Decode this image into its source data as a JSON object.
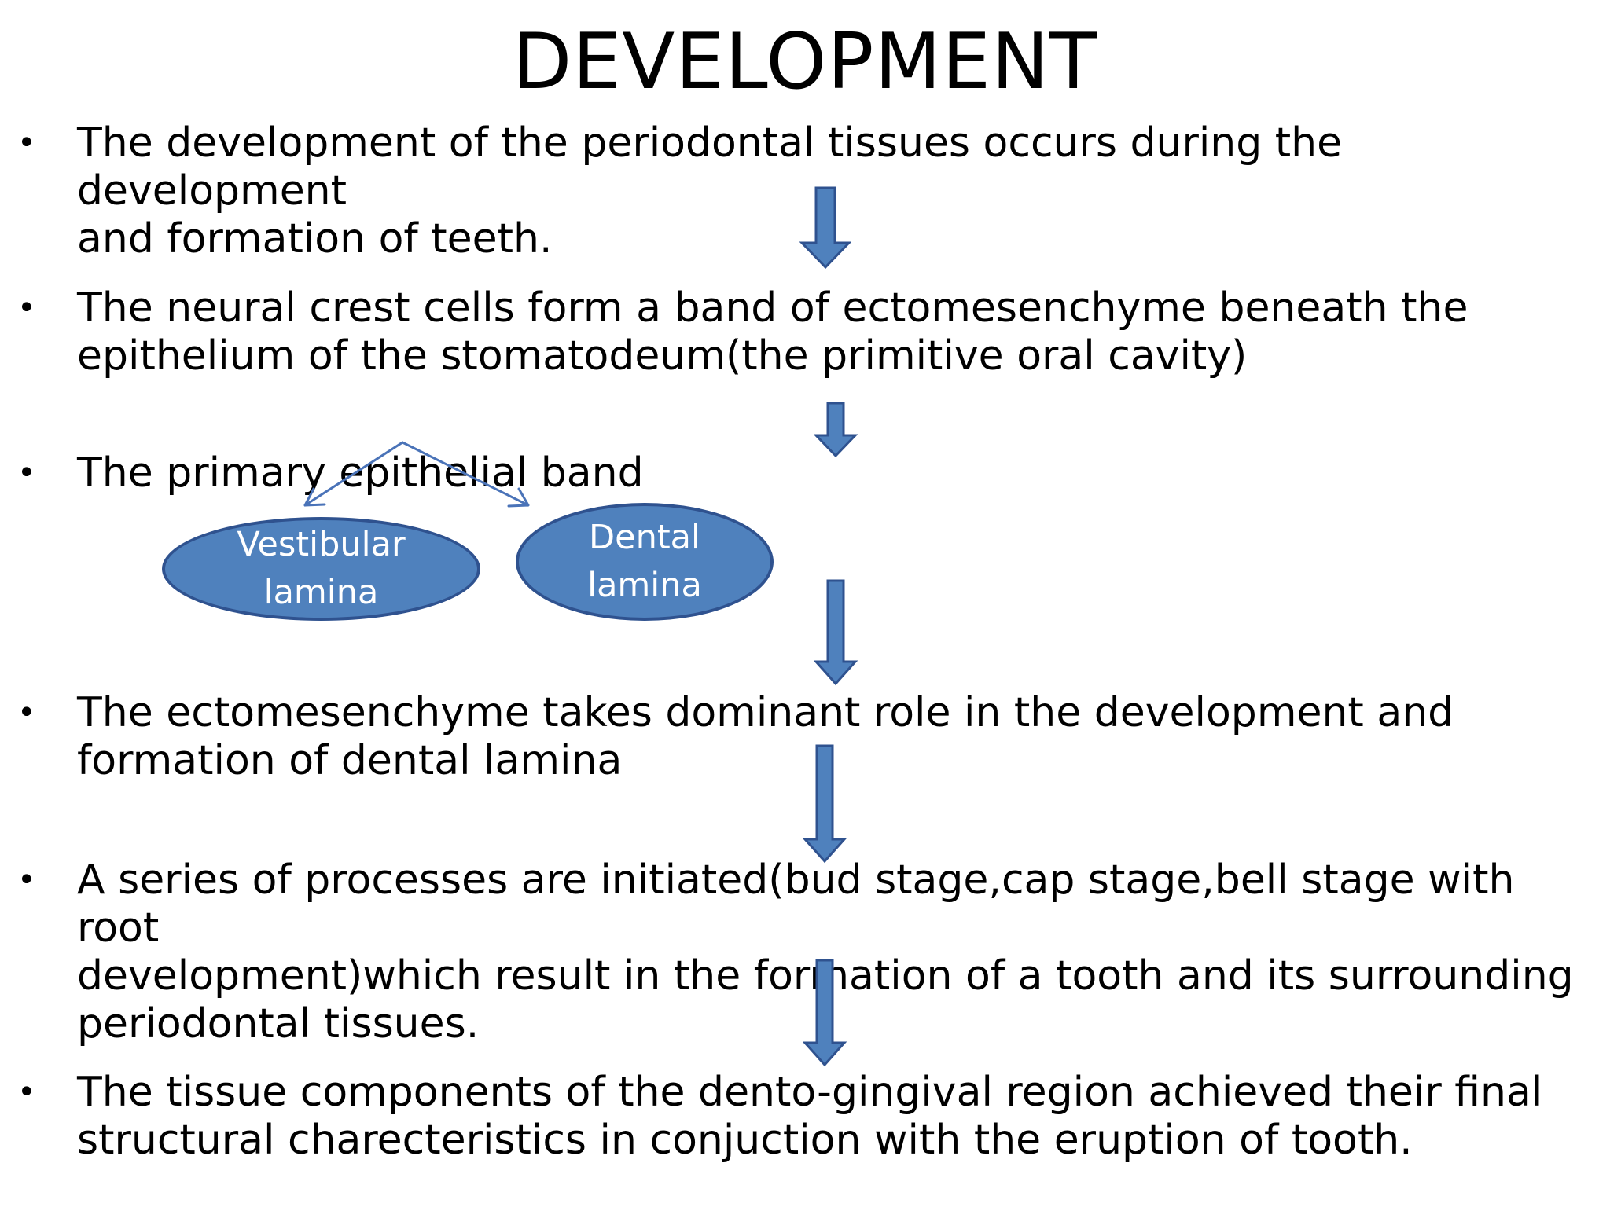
{
  "title": "DEVELOPMENT",
  "bullet_glyph": "•",
  "bullets": [
    "The development of the periodontal tissues occurs during the development\nand formation of teeth.",
    "The neural crest cells form a band of ectomesenchyme beneath the\nepithelium of the stomatodeum(the primitive oral cavity)",
    "The primary epithelial band",
    "The ectomesenchyme takes dominant role in the development and\nformation of dental lamina",
    "A series of processes are initiated(bud stage,cap stage,bell stage with root\ndevelopment)which result in the formation of a tooth and its surrounding\nperiodontal tissues.",
    "The tissue components of the dento-gingival region achieved their final\nstructural charecteristics in conjuction with the eruption of tooth."
  ],
  "laminae": {
    "vestibular": "Vestibular\nlamina",
    "dental": "Dental\nlamina"
  },
  "colors": {
    "arrow_fill": "#4f81bd",
    "arrow_stroke": "#2f528f",
    "ellipse_fill": "#4f81bd"
  }
}
